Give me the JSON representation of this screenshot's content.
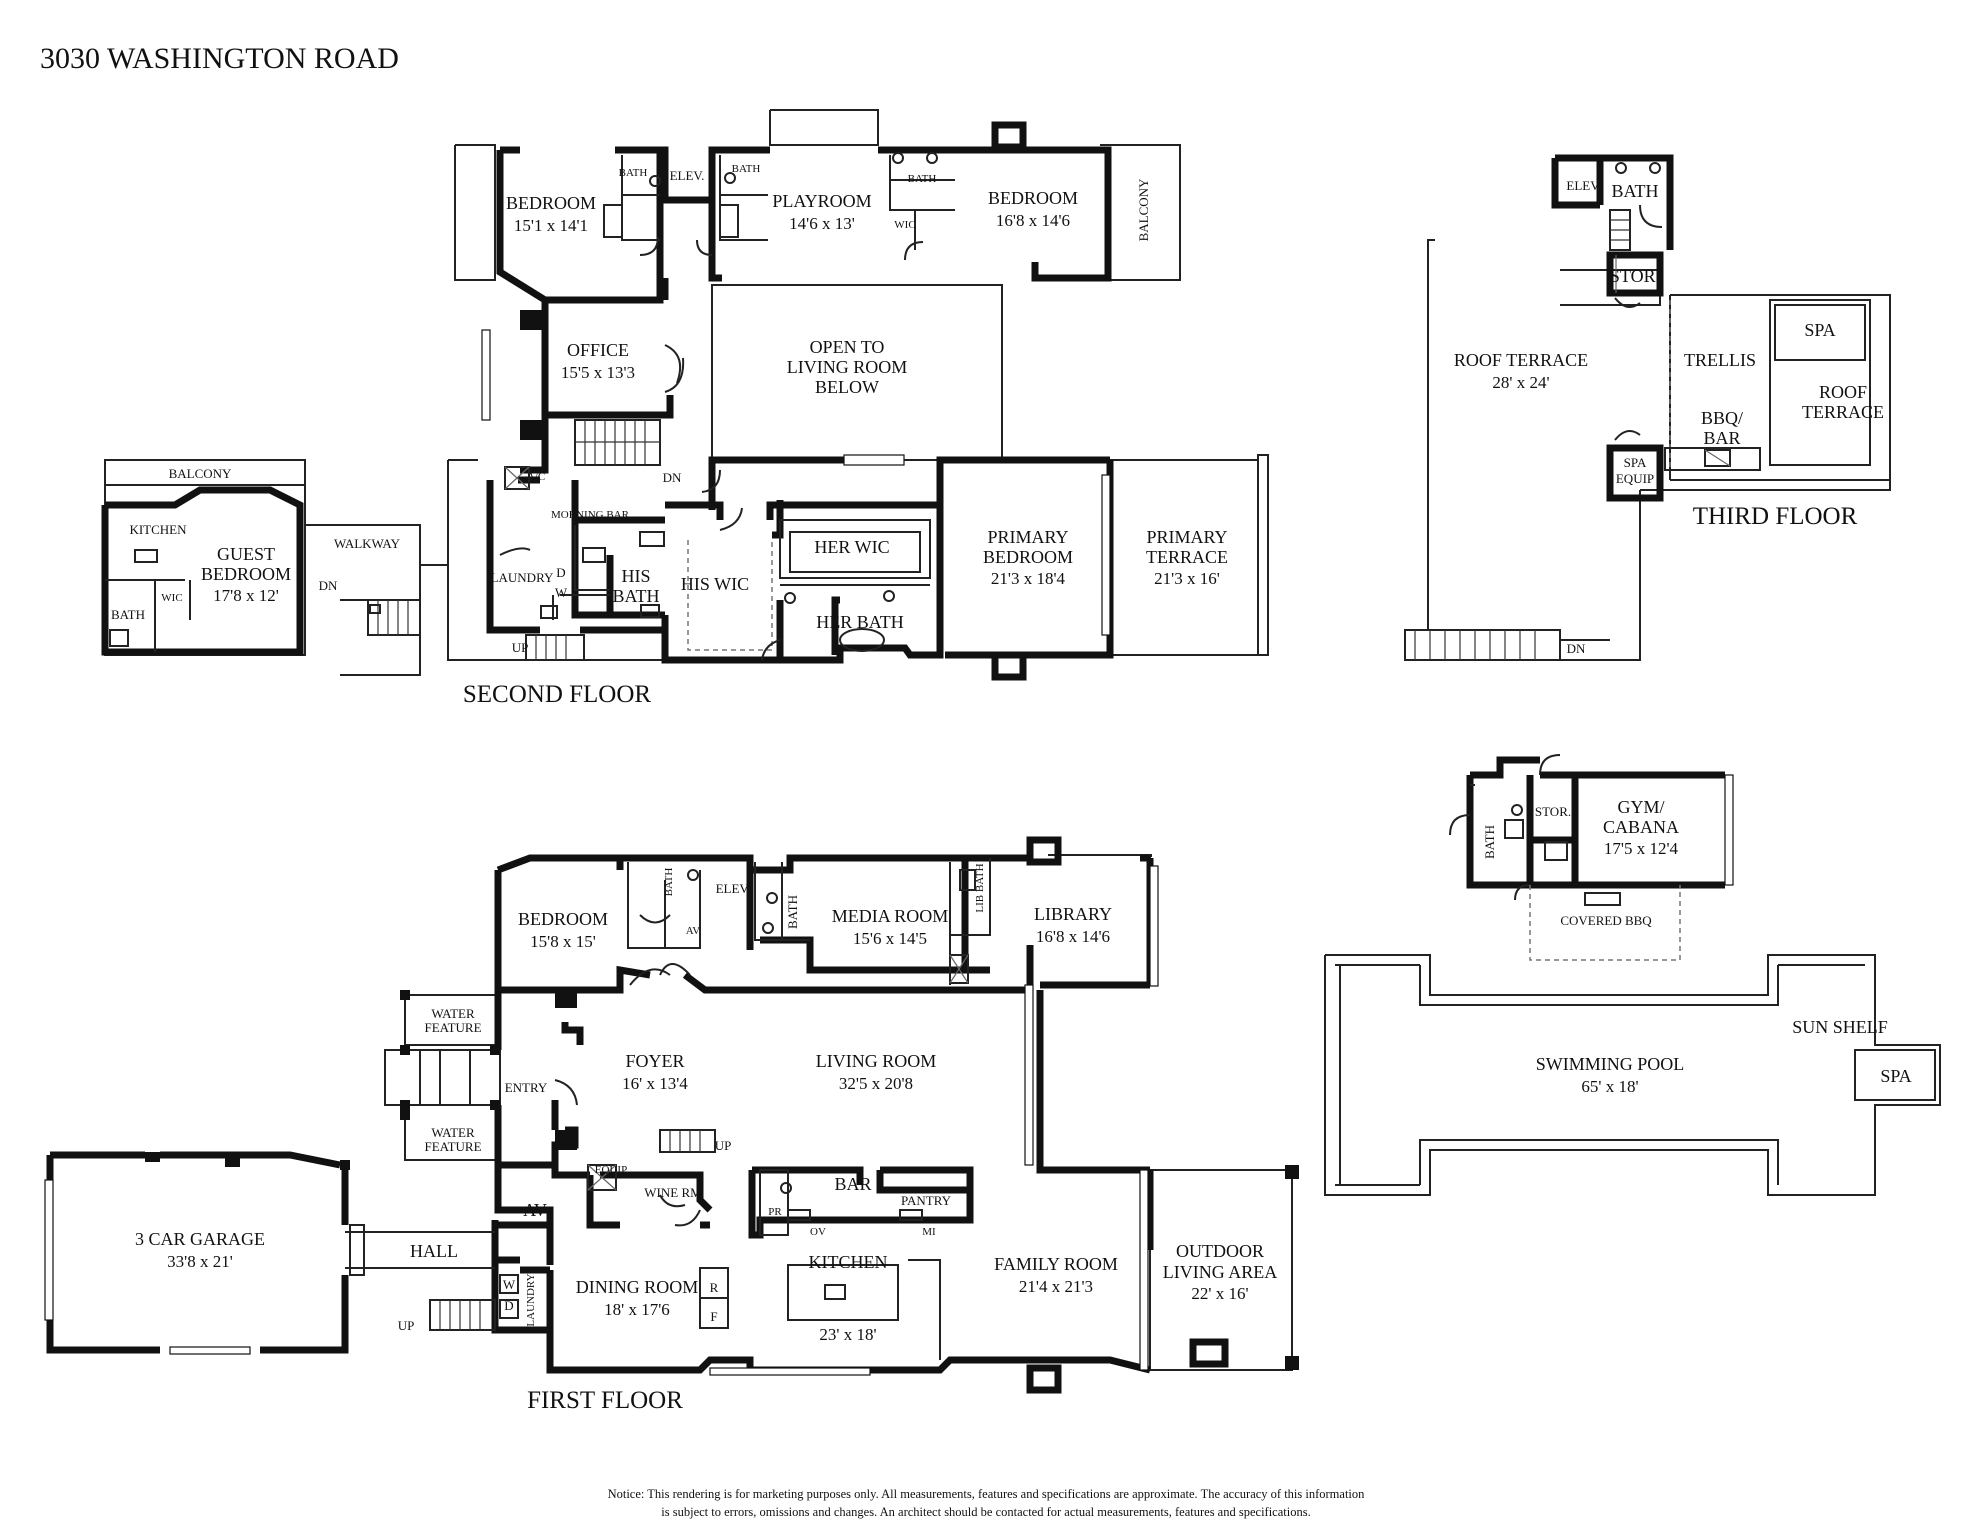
{
  "title": "3030 WASHINGTON ROAD",
  "floors": {
    "second": "SECOND FLOOR",
    "third": "THIRD FLOOR",
    "first": "FIRST FLOOR"
  },
  "second_floor": {
    "bedroom1": {
      "name": "BEDROOM",
      "dim": "15'1 x 14'1"
    },
    "bath_a": "BATH",
    "elev": "ELEV.",
    "bath_b": "BATH",
    "playroom": {
      "name": "PLAYROOM",
      "dim": "14'6 x 13'"
    },
    "bath_c": "BATH",
    "wic": "WIC",
    "bedroom2": {
      "name": "BEDROOM",
      "dim": "16'8 x 14'6"
    },
    "balcony": "BALCONY",
    "office": {
      "name": "OFFICE",
      "dim": "15'5 x 13'3"
    },
    "open_to": [
      "OPEN TO",
      "LIVING ROOM",
      "BELOW"
    ],
    "ac": "A/C",
    "dn": "DN",
    "morning_bar": "MORNING BAR",
    "laundry": "LAUNDRY",
    "d": "D",
    "w": "W",
    "his_bath": [
      "HIS",
      "BATH"
    ],
    "his_wic": "HIS WIC",
    "her_wic": "HER WIC",
    "her_bath": "HER BATH",
    "primary_bedroom": {
      "name": [
        "PRIMARY",
        "BEDROOM"
      ],
      "dim": "21'3 x 18'4"
    },
    "primary_terrace": {
      "name": [
        "PRIMARY",
        "TERRACE"
      ],
      "dim": "21'3 x 16'"
    },
    "up": "UP",
    "guest_balcony": "BALCONY",
    "kitchen": "KITCHEN",
    "guest_bedroom": {
      "name": [
        "GUEST",
        "BEDROOM"
      ],
      "dim": "17'8 x 12'"
    },
    "guest_wic": "WIC",
    "guest_bath": "BATH",
    "walkway": "WALKWAY",
    "guest_dn": "DN"
  },
  "third_floor": {
    "elev": "ELEV",
    "bath": "BATH",
    "stor": "STOR.",
    "roof_terrace": {
      "name": "ROOF TERRACE",
      "dim": "28' x 24'"
    },
    "trellis": "TRELLIS",
    "spa": "SPA",
    "roof_terrace2": [
      "ROOF",
      "TERRACE"
    ],
    "bbq_bar": [
      "BBQ/",
      "BAR"
    ],
    "spa_equip": [
      "SPA",
      "EQUIP"
    ],
    "dn": "DN"
  },
  "first_floor": {
    "bedroom": {
      "name": "BEDROOM",
      "dim": "15'8 x 15'"
    },
    "bath_a": "BATH",
    "av_small": "AV",
    "elev": "ELEV.",
    "bath_b": "BATH",
    "media_room": {
      "name": "MEDIA ROOM",
      "dim": "15'6 x 14'5"
    },
    "lib_bath": "LIB BATH",
    "library": {
      "name": "LIBRARY",
      "dim": "16'8 x 14'6"
    },
    "water_feature_top": [
      "WATER",
      "FEATURE"
    ],
    "water_feature_bottom": [
      "WATER",
      "FEATURE"
    ],
    "entry": "ENTRY",
    "foyer": {
      "name": "FOYER",
      "dim": "16' x 13'4"
    },
    "living_room": {
      "name": "LIVING ROOM",
      "dim": "32'5 x 20'8"
    },
    "up": "UP",
    "equip": "EQUIP",
    "av": "AV",
    "wine_rm": "WINE RM",
    "bar": "BAR",
    "pantry": "PANTRY",
    "pr": "PR",
    "ov": "OV",
    "mi": "MI",
    "kitchen": {
      "name": "KITCHEN",
      "dim": "23' x 18'"
    },
    "hall": "HALL",
    "garage": {
      "name": "3 CAR GARAGE",
      "dim": "33'8 x 21'"
    },
    "w": "W",
    "d": "D",
    "laundry": "LAUNDRY",
    "dining_room": {
      "name": "DINING ROOM",
      "dim": "18' x 17'6"
    },
    "r": "R",
    "f": "F",
    "family_room": {
      "name": "FAMILY ROOM",
      "dim": "21'4 x 21'3"
    },
    "outdoor": {
      "name": [
        "OUTDOOR",
        "LIVING AREA"
      ],
      "dim": "22' x 16'"
    },
    "up2": "UP"
  },
  "outdoor": {
    "gym": {
      "name": [
        "GYM/",
        "CABANA"
      ],
      "dim": "17'5 x 12'4"
    },
    "stor": "STOR.",
    "bath": "BATH",
    "covered_bbq": "COVERED BBQ",
    "pool": {
      "name": "SWIMMING POOL",
      "dim": "65' x 18'"
    },
    "sun_shelf": "SUN SHELF",
    "spa": "SPA"
  },
  "notice": [
    "Notice: This rendering is for marketing purposes only. All measurements, features and specifications are approximate. The accuracy of this information",
    "is subject to errors, omissions and changes. An architect should be contacted for actual measurements, features and specifications."
  ]
}
